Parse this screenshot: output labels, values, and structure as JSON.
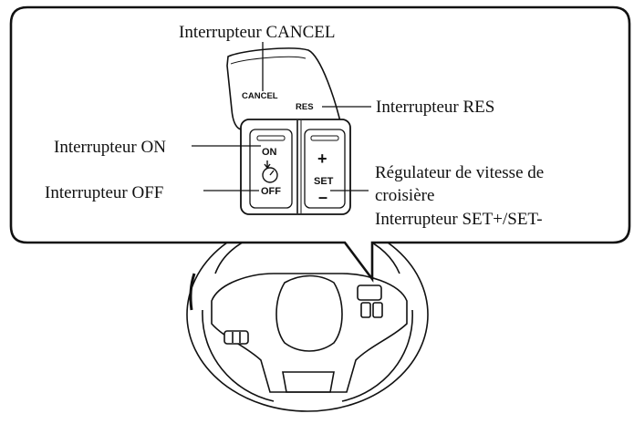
{
  "callouts": {
    "cancel": "Interrupteur CANCEL",
    "res": "Interrupteur RES",
    "on": "Interrupteur ON",
    "off": "Interrupteur OFF",
    "cruise_line1": "Régulateur de vitesse de",
    "cruise_line2": "croisière",
    "set": "Interrupteur SET+/SET-"
  },
  "buttons": {
    "cancel": "CANCEL",
    "res": "RES",
    "on": "ON",
    "off": "OFF",
    "plus": "+",
    "set": "SET",
    "minus": "–"
  },
  "colors": {
    "line": "#111111",
    "panel": "#ffffff",
    "grip": "#666666"
  }
}
